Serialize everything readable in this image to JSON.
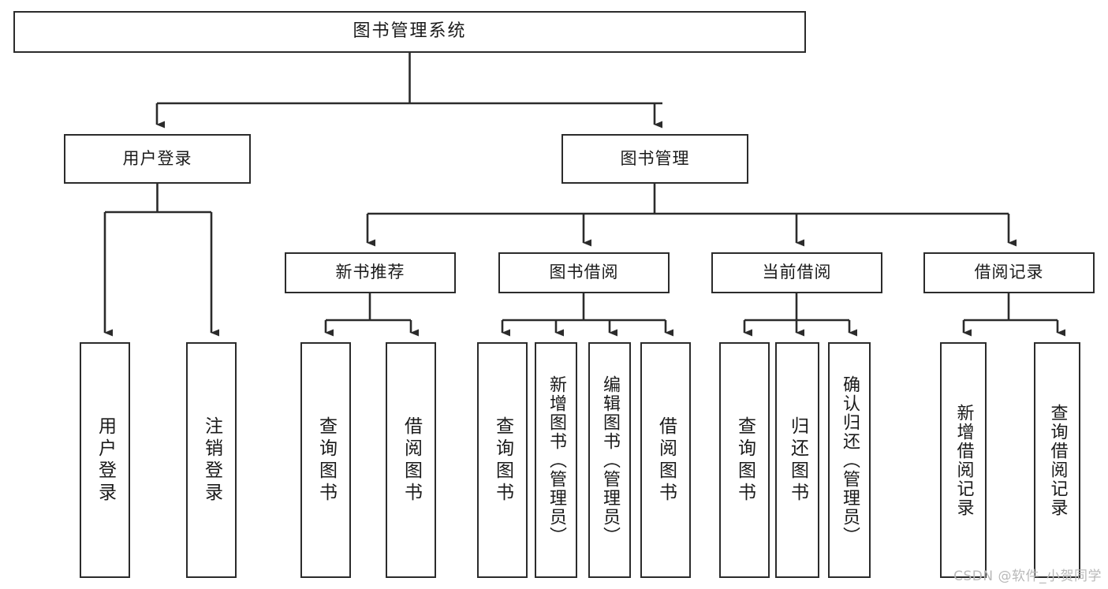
{
  "diagram": {
    "title": "图书管理系统",
    "type": "tree",
    "watermark": "CSDN @软件_小贺同学",
    "colors": {
      "background": "#ffffff",
      "box_border": "#2b2b2b",
      "box_fill": "#ffffff",
      "connector": "#2b2b2b",
      "text": "#1a1a1a",
      "watermark": "#b9b9b9"
    },
    "nodes": {
      "root": {
        "label": "图书管理系统"
      },
      "level2": [
        {
          "id": "user-login",
          "label": "用户登录"
        },
        {
          "id": "book-manage",
          "label": "图书管理"
        }
      ],
      "level3": [
        {
          "id": "new-book-rec",
          "label": "新书推荐"
        },
        {
          "id": "book-borrow",
          "label": "图书借阅"
        },
        {
          "id": "current-borrow",
          "label": "当前借阅"
        },
        {
          "id": "borrow-record",
          "label": "借阅记录"
        }
      ],
      "leaves": {
        "user-login": [
          {
            "id": "leaf-user-login",
            "label": "用户登录"
          },
          {
            "id": "leaf-logout",
            "label": "注销登录"
          }
        ],
        "new-book-rec": [
          {
            "id": "leaf-query-book-1",
            "label": "查询图书"
          },
          {
            "id": "leaf-borrow-book-1",
            "label": "借阅图书"
          }
        ],
        "book-borrow": [
          {
            "id": "leaf-query-book-2",
            "label": "查询图书"
          },
          {
            "id": "leaf-add-book",
            "label": "新增图书（管理员）"
          },
          {
            "id": "leaf-edit-book",
            "label": "编辑图书（管理员）"
          },
          {
            "id": "leaf-borrow-book-2",
            "label": "借阅图书"
          }
        ],
        "current-borrow": [
          {
            "id": "leaf-query-book-3",
            "label": "查询图书"
          },
          {
            "id": "leaf-return-book",
            "label": "归还图书"
          },
          {
            "id": "leaf-confirm-return",
            "label": "确认归还（管理员）"
          }
        ],
        "borrow-record": [
          {
            "id": "leaf-add-record",
            "label": "新增借阅记录"
          },
          {
            "id": "leaf-query-record",
            "label": "查询借阅记录"
          }
        ]
      }
    }
  }
}
